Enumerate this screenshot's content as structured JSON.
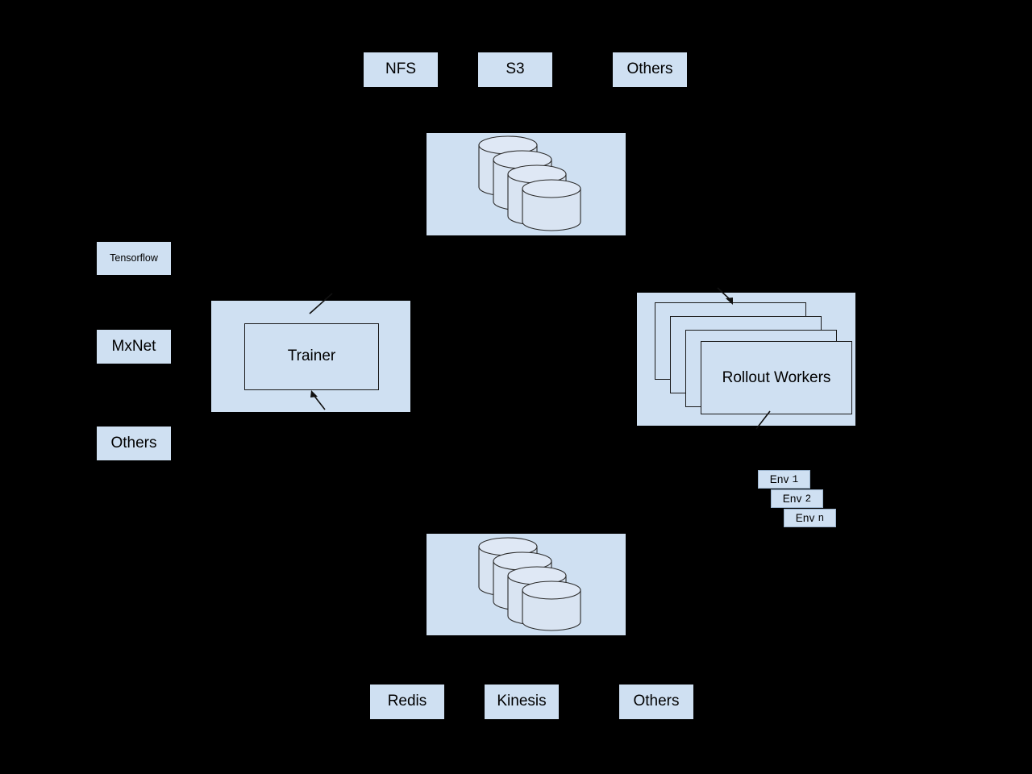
{
  "diagram": {
    "background_color": "#000000",
    "node_fill": "#cfe0f2",
    "outline_color": "#1a1a1a",
    "storage_backends": [
      {
        "id": "nfs",
        "label": "NFS"
      },
      {
        "id": "s3",
        "label": "S3"
      },
      {
        "id": "others_top",
        "label": "Others"
      }
    ],
    "frameworks": [
      {
        "id": "tensorflow",
        "label": "Tensorflow"
      },
      {
        "id": "mxnet",
        "label": "MxNet"
      },
      {
        "id": "others_left",
        "label": "Others"
      }
    ],
    "trainer": {
      "label": "Trainer"
    },
    "rollout_workers": {
      "label": "Rollout Workers",
      "stack_count": 4
    },
    "environments": [
      {
        "name": "Env",
        "index": "1"
      },
      {
        "name": "Env",
        "index": "2"
      },
      {
        "name": "Env",
        "index": "n"
      }
    ],
    "datastore_top": {
      "cylinder_count": 4,
      "icon": "database-stack-icon"
    },
    "datastore_bottom": {
      "cylinder_count": 4,
      "icon": "database-stack-icon"
    },
    "queue_backends": [
      {
        "id": "redis",
        "label": "Redis"
      },
      {
        "id": "kinesis",
        "label": "Kinesis"
      },
      {
        "id": "others_bottom",
        "label": "Others"
      }
    ]
  }
}
